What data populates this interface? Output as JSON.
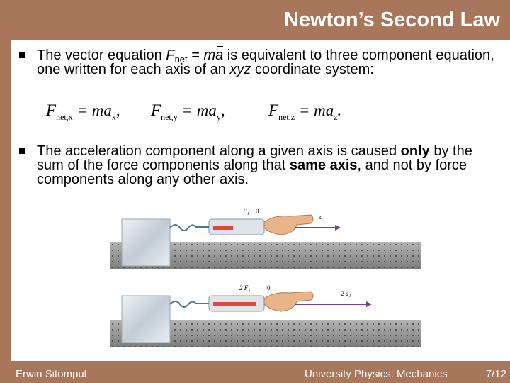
{
  "slide": {
    "title": "Newton’s Second Law",
    "bullets": [
      {
        "pre": "The vector equation ",
        "f": "F",
        "net": "net",
        "eq": " = ",
        "m": "m",
        "a": "a",
        "post": " is equivalent to three component equation, one written for each axis of an ",
        "xyz": "xyz",
        "post2": " coordinate system:"
      },
      {
        "t1": "The acceleration component along a given axis is caused ",
        "only": "only",
        "t2": " by the sum of the force components along that ",
        "same_axis": "same axis",
        "t3": ", and not by force components along any other axis."
      }
    ],
    "equations": [
      {
        "lhs": "F",
        "sub": "net,x",
        "rhs": "= ma",
        "rsub": "x",
        "sep": ","
      },
      {
        "lhs": "F",
        "sub": "net,y",
        "rhs": "= ma",
        "rsub": "y",
        "sep": ","
      },
      {
        "lhs": "F",
        "sub": "net,z",
        "rhs": "= ma",
        "rsub": "z",
        "sep": "."
      }
    ],
    "figure_labels": {
      "top_force": "F₁",
      "top_zero": "0",
      "top_accel": "a₁",
      "bottom_force": "2 F₁",
      "bottom_zero": "0",
      "bottom_accel": "2 a₁"
    }
  },
  "footer": {
    "author": "Erwin Sitompul",
    "course": "University Physics: Mechanics",
    "page": "7/12"
  },
  "colors": {
    "frame": "#a8765a",
    "content_bg": "#ffffff",
    "track": "#8e8e8e",
    "spring_scale": "#e0463a",
    "arrow": "#7a3f9a"
  }
}
